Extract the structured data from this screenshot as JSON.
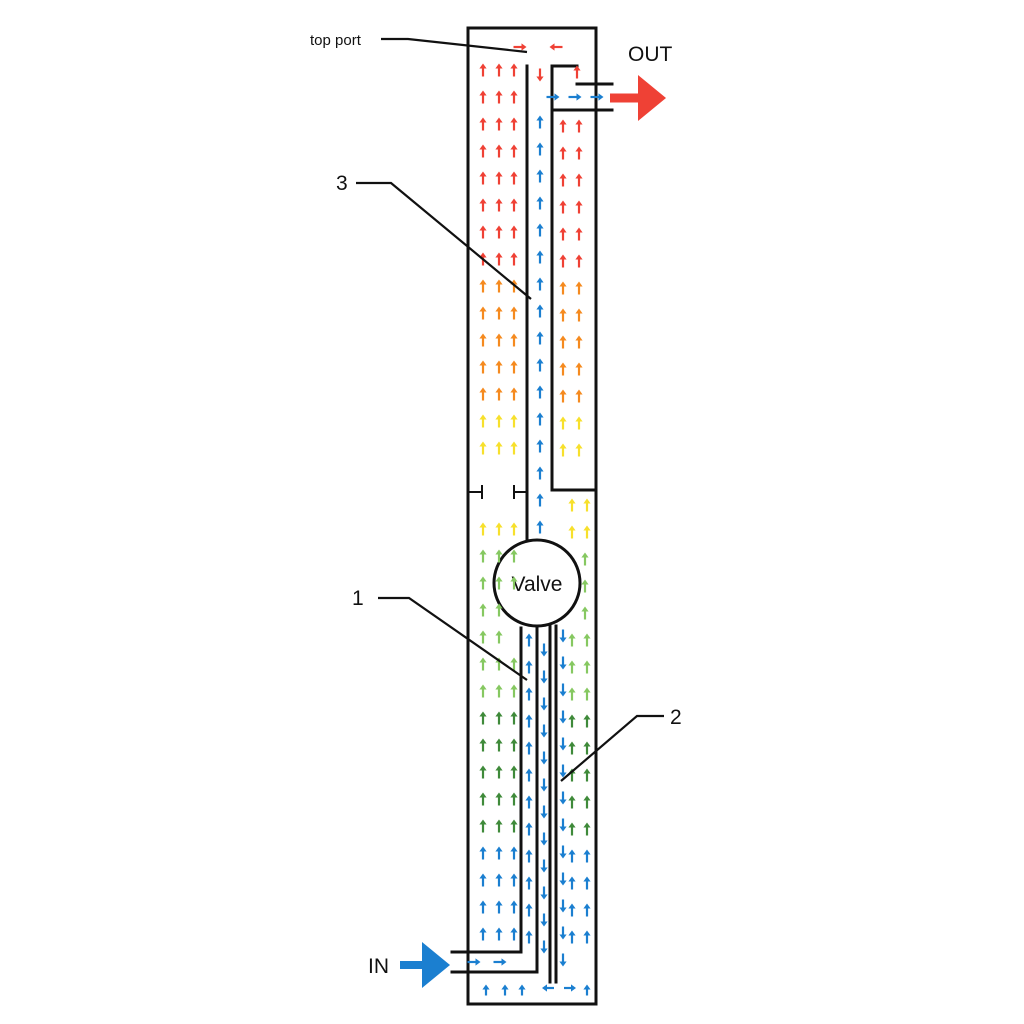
{
  "labels": {
    "top_port": "top port",
    "out": "OUT",
    "in": "IN",
    "valve": "Valve",
    "callout_1": "1",
    "callout_2": "2",
    "callout_3": "3"
  },
  "colors": {
    "outline": "#111111",
    "inflow_blue": "#1b7fd0",
    "outflow_red": "#ef4135",
    "band_red": "#ef4135",
    "band_orange": "#f58a1f",
    "band_yellow": "#f7e02c",
    "band_light_green": "#86c861",
    "band_dark_green": "#3f8a3a"
  },
  "flow_arrow_icons": [
    "up-arrow-icon",
    "down-arrow-icon",
    "right-arrow-icon",
    "left-arrow-icon"
  ]
}
